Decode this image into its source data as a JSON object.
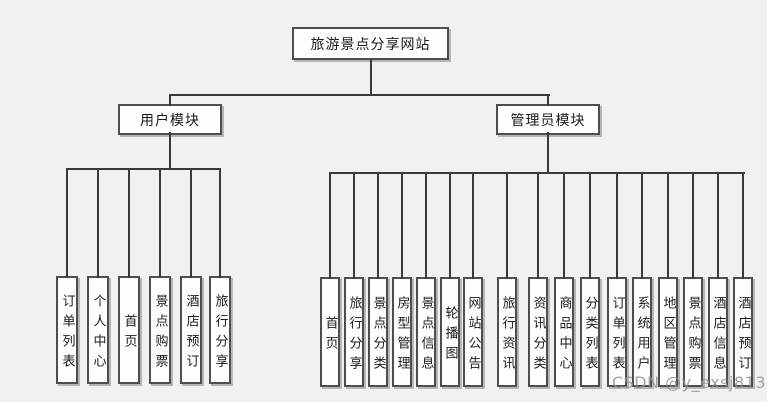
{
  "diagram": {
    "root": {
      "label": "旅游景点分享网站"
    },
    "modules": [
      {
        "label": "用户模块",
        "leaves": [
          "订单列表",
          "个人中心",
          "首页",
          "景点购票",
          "酒店预订",
          "旅行分享"
        ]
      },
      {
        "label": "管理员模块",
        "leaves": [
          "首页",
          "旅行分享",
          "景点分类",
          "房型管理",
          "景点信息",
          "轮播图",
          "网站公告",
          "旅行资讯",
          "资讯分类",
          "商品中心",
          "分类列表",
          "订单列表",
          "系统用户",
          "地区管理",
          "景点购票",
          "酒店信息",
          "酒店预订"
        ]
      }
    ],
    "colors": {
      "background": "#f1f1f2",
      "box_fill": "#fdfdfd",
      "box_border": "#4e4e4e",
      "connector_line": "#3a3a3a",
      "box_shadow": "#b6b6b6"
    }
  },
  "watermark": {
    "text": "CSDN @y_exsj813"
  }
}
